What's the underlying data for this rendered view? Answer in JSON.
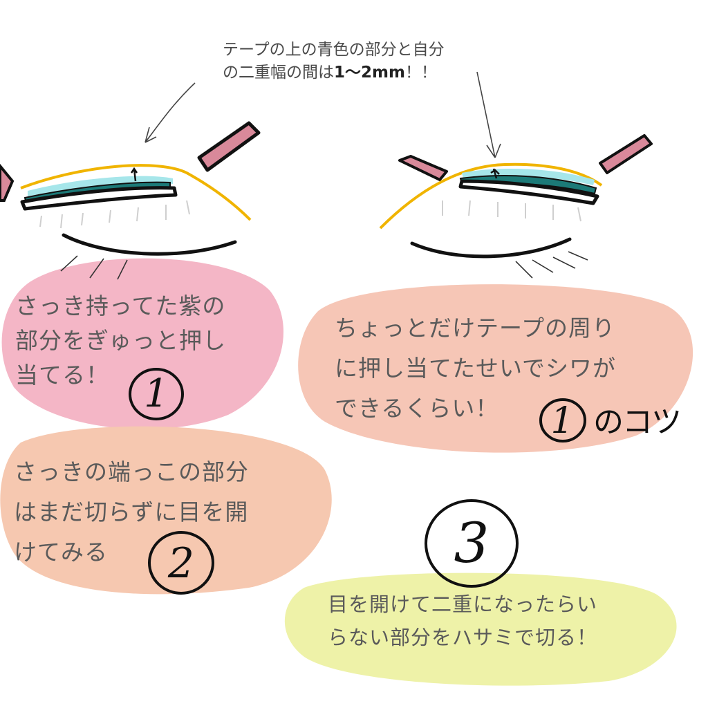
{
  "top_note": {
    "line1": "テープの上の青色の部分と自分",
    "line2_prefix": "の二重幅の間は",
    "line2_bold": "1〜2mm",
    "line2_suffix": "！！"
  },
  "steps": {
    "step1": {
      "text": "さっき持ってた紫の\n部分をぎゅっと押し\n当てる！",
      "number": "1"
    },
    "tip1": {
      "text": "ちょっとだけテープの周り\nに押し当てたせいでシワが\nできるくらい！",
      "number": "1",
      "suffix": "のコツ"
    },
    "step2": {
      "text": "さっきの端っこの部分\nはまだ切らずに目を開\nけてみる",
      "number": "2"
    },
    "step3": {
      "text": "目を開けて二重になったらい\nらない部分をハサミで切る！",
      "number": "3"
    }
  },
  "colors": {
    "pink_blob": "#f4b6c6",
    "salmon_blob": "#f6c6b6",
    "peach_blob": "#f6c8b0",
    "yellow_blob": "#eef2a8",
    "eyebrow_fill": "#d9899a",
    "eyelid_line": "#f0b400",
    "tape_teal": "#1c7a78",
    "tape_blue": "#a6e6ea"
  }
}
